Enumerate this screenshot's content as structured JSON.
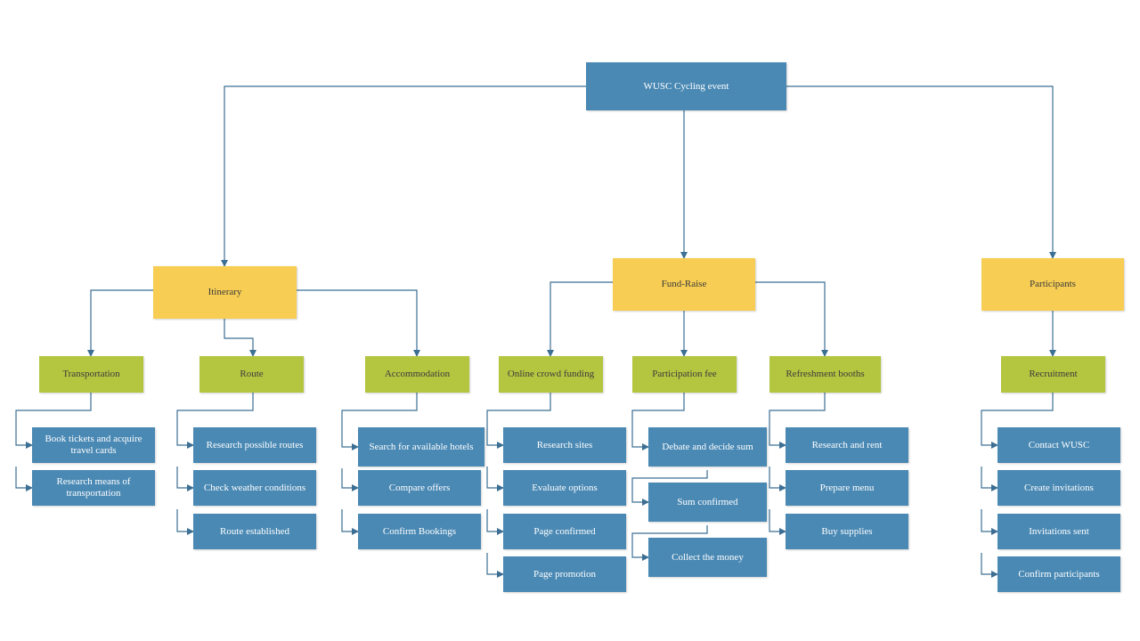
{
  "colors": {
    "blue": "#4a89b4",
    "yellow": "#f7cd53",
    "green": "#b4c540",
    "line": "#3c6f93"
  },
  "root": {
    "label": "WUSC Cycling event"
  },
  "categories": [
    {
      "label": "Itinerary",
      "subs": [
        {
          "label": "Transportation",
          "tasks": [
            "Book tickets and acquire travel cards",
            "Research means of transportation"
          ]
        },
        {
          "label": "Route",
          "tasks": [
            "Research possible routes",
            "Check weather conditions",
            "Route established"
          ]
        },
        {
          "label": "Accommodation",
          "tasks": [
            "Search for available hotels",
            "Compare offers",
            "Confirm Bookings"
          ]
        }
      ]
    },
    {
      "label": "Fund-Raise",
      "subs": [
        {
          "label": "Online crowd funding",
          "tasks": [
            "Research sites",
            "Evaluate options",
            "Page confirmed",
            "Page promotion"
          ]
        },
        {
          "label": "Participation fee",
          "tasks": [
            "Debate and decide sum",
            "Sum confirmed",
            "Collect the money"
          ]
        },
        {
          "label": "Refreshment booths",
          "tasks": [
            "Research and rent",
            "Prepare menu",
            "Buy supplies"
          ]
        }
      ]
    },
    {
      "label": "Participants",
      "subs": [
        {
          "label": "Recruitment",
          "tasks": [
            "Contact WUSC",
            "Create invitations",
            "Invitations sent",
            "Confirm participants"
          ]
        }
      ]
    }
  ]
}
